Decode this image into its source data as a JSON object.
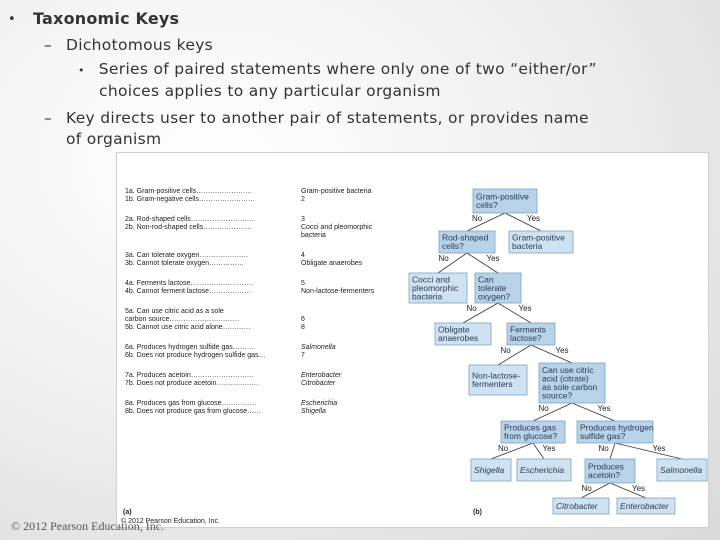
{
  "slide": {
    "bullet_main": "Taxonomic Keys",
    "sub1": "Dichotomous keys",
    "sub1_detail_line1": "Series of paired statements where only one of two “either/or”",
    "sub1_detail_line2": "choices applies to any particular organism",
    "sub2_line1": "Key directs user to another pair of statements, or provides name",
    "sub2_line2": "of organism",
    "dash": "–",
    "bullet_dot": "•",
    "footer": "© 2012 Pearson Education, Inc."
  },
  "figure": {
    "label_a": "(a)",
    "label_b": "(b)",
    "copyright_small": "© 2012 Pearson Education, Inc.",
    "key_lines": [
      {
        "left": "1a. Gram-positive cells……………………",
        "right": "Gram-positive bacteria",
        "italic": false
      },
      {
        "left": "1b. Gram-negative cells……………………",
        "right": "2",
        "italic": false
      },
      {
        "left": "2a. Rod-shaped cells………………………",
        "right": "3",
        "italic": false
      },
      {
        "left": "2b. Non-rod-shaped cells…………………",
        "right": "Cocci and pleomorphic",
        "italic": false
      },
      {
        "left": "",
        "right": "bacteria",
        "italic": false
      },
      {
        "left": "3a. Can tolerate oxygen…………………",
        "right": "4",
        "italic": false
      },
      {
        "left": "3b. Cannot tolerate oxygen……………",
        "right": "Obligate anaerobes",
        "italic": false
      },
      {
        "left": "4a. Ferments lactose………………………",
        "right": "5",
        "italic": false
      },
      {
        "left": "4b. Cannot ferment lactose………………",
        "right": "Non-lactose-fermenters",
        "italic": false
      },
      {
        "left": "5a. Can use citric acid as a sole",
        "right": "",
        "italic": false
      },
      {
        "left": "      carbon source…………………………",
        "right": "6",
        "italic": false
      },
      {
        "left": "5b. Cannot use citric acid alone…………",
        "right": "8",
        "italic": false
      },
      {
        "left": "6a. Produces hydrogen sulfide gas………",
        "right": "Salmonella",
        "italic": true
      },
      {
        "left": "6b. Does not produce hydrogen sulfide gas…",
        "right": "7",
        "italic": false
      },
      {
        "left": "7a. Produces acetoin………………………",
        "right": "Enterobacter",
        "italic": true
      },
      {
        "left": "7b. Does not produce acetoin………………",
        "right": "Citrobacter",
        "italic": true
      },
      {
        "left": "8a. Produces gas from glucose……………",
        "right": "Escherichia",
        "italic": true
      },
      {
        "left": "8b. Does not produce gas from glucose……",
        "right": "Shigella",
        "italic": true
      }
    ],
    "yes": "Yes",
    "no": "No",
    "nodes": {
      "gram_pos": [
        "Gram-positive",
        "cells?"
      ],
      "gram_pos_bacteria": [
        "Gram-positive",
        "bacteria"
      ],
      "rod": [
        "Rod-shaped",
        "cells?"
      ],
      "cocci": [
        "Cocci and",
        "pleomorphic",
        "bacteria"
      ],
      "tolerate": [
        "Can",
        "tolerate",
        "oxygen?"
      ],
      "obligate": [
        "Obligate",
        "anaerobes"
      ],
      "ferments": [
        "Ferments",
        "lactose?"
      ],
      "nonlactose": [
        "Non-lactose-",
        "fermenters"
      ],
      "citric": [
        "Can use citric",
        "acid (citrate)",
        "as sole carbon",
        "source?"
      ],
      "gas_glucose": [
        "Produces gas",
        "from glucose?"
      ],
      "h2s": [
        "Produces hydrogen",
        "sulfide gas?"
      ],
      "shigella": [
        "Shigella"
      ],
      "escherichia": [
        "Escherichia"
      ],
      "acetoin": [
        "Produces",
        "acetoin?"
      ],
      "salmonella": [
        "Salmonella"
      ],
      "citrobacter": [
        "Citrobacter"
      ],
      "enterobacter": [
        "Enterobacter"
      ]
    },
    "colors": {
      "box_fill": "#b8d3e8",
      "box_stroke": "#7ea2c4",
      "leaf_fill": "#cfe2f1",
      "line": "#333333"
    }
  }
}
